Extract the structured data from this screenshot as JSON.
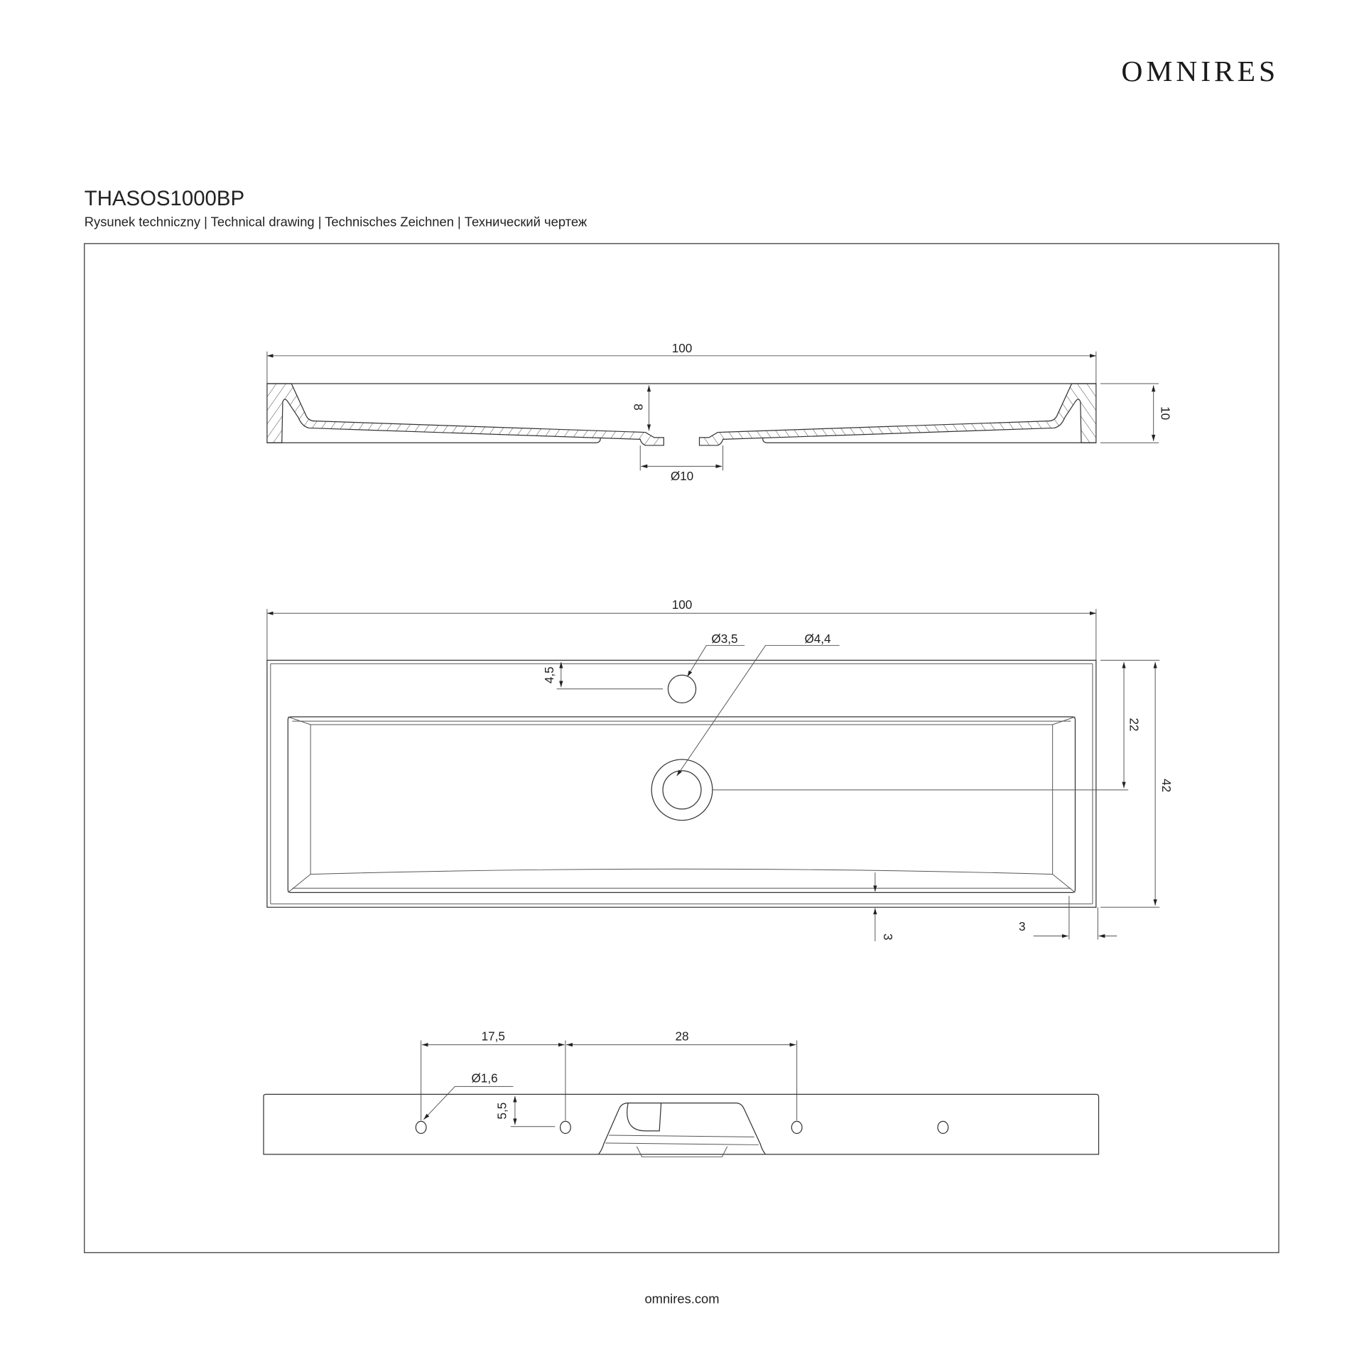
{
  "header": {
    "brand": "OMNIRES",
    "product_code": "THASOS1000BP",
    "subtitle": "Rysunek techniczny | Technical drawing | Technisches Zeichnen | Технический чертеж"
  },
  "section_view": {
    "width": "100",
    "height": "10",
    "depth": "8",
    "drain_diameter": "Ø10"
  },
  "top_view": {
    "width": "100",
    "tap_hole": "Ø3,5",
    "drain": "Ø4,4",
    "tap_offset": "4,5",
    "drain_offset": "22",
    "depth": "42",
    "rim_bottom": "3",
    "rim_side": "3"
  },
  "rear_view": {
    "dist_a": "17,5",
    "dist_b": "28",
    "mount_hole": "Ø1,6",
    "hole_height": "5,5"
  },
  "footer": {
    "website": "omnires.com"
  }
}
